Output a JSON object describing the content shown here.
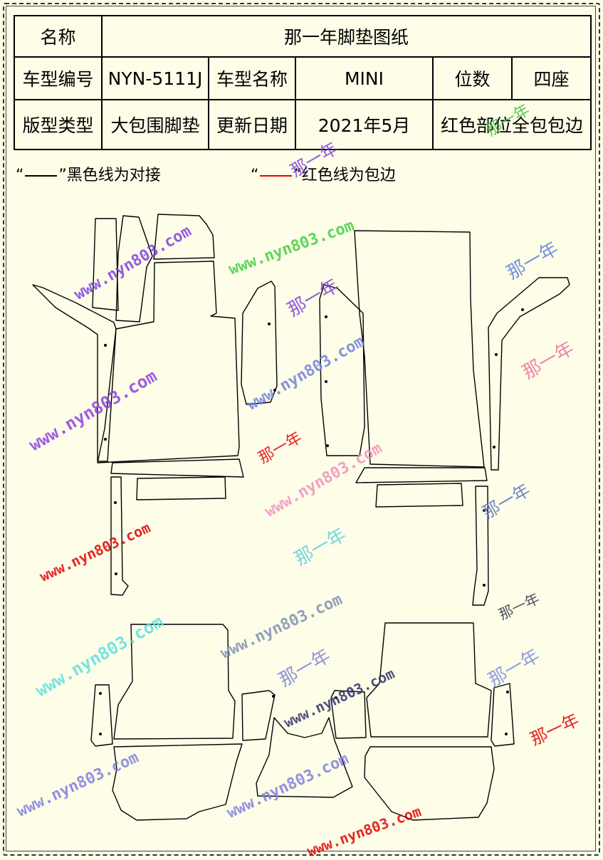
{
  "table": {
    "r1": {
      "c1": "名称",
      "c2": "那一年脚垫图纸"
    },
    "r2": {
      "c1": "车型编号",
      "c2": "NYN-5111J",
      "c3": "车型名称",
      "c4": "MINI",
      "c5": "位数",
      "c6": "四座"
    },
    "r3": {
      "c1": "版型类型",
      "c2": "大包围脚垫",
      "c3": "更新日期",
      "c4": "2021年5月",
      "c5": "红色部位全包包边"
    }
  },
  "legend": {
    "black_open": "“",
    "black_close": "”黑色线为对接",
    "red_open": "“",
    "red_close": "”红色线为包边"
  },
  "watermarks": {
    "url": "www.nyn803.com",
    "brand": "那一年"
  },
  "colors": {
    "background": "#fdfde8",
    "line": "#000000",
    "edge": "#e00000"
  }
}
